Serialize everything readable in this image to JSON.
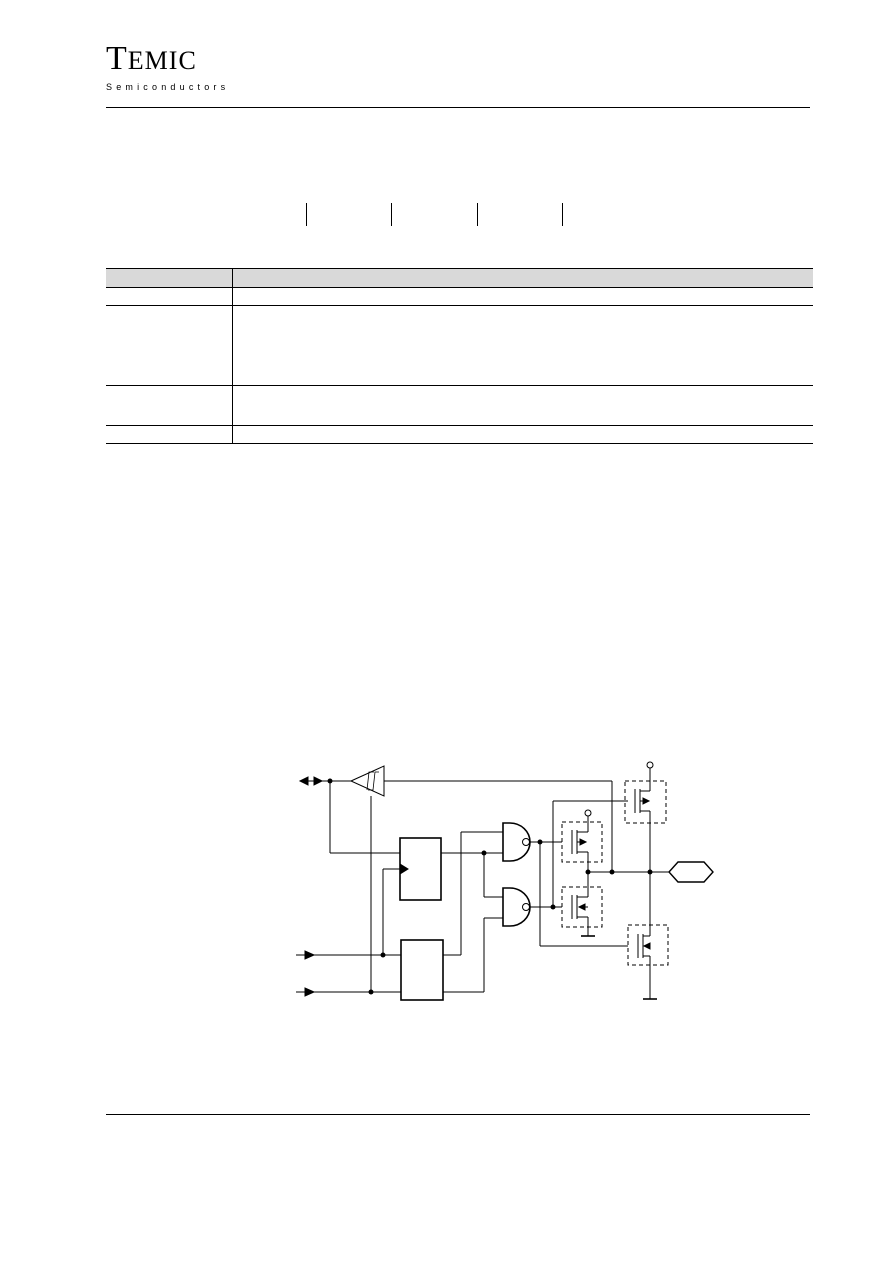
{
  "header": {
    "brand": "TEMIC",
    "brand_first_letter": "T",
    "brand_rest": "EMIC",
    "subtitle": "Semiconductors"
  },
  "table": {
    "columns": 2,
    "rows": 4
  },
  "colors": {
    "header_fill": "#d9d9d9",
    "line": "#000000",
    "mosfet_box": "#000000"
  }
}
